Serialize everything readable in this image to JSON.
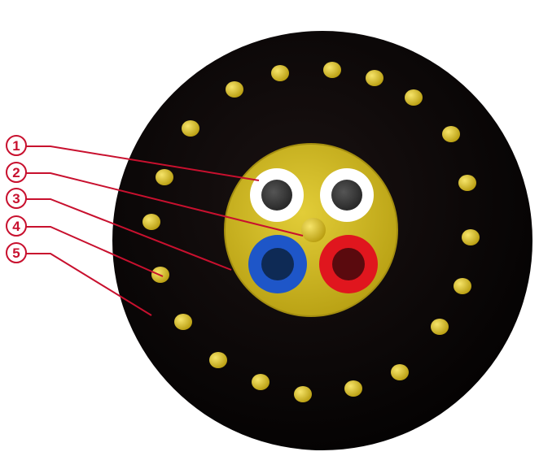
{
  "diagram": {
    "colors": {
      "sheath": "#0b0707",
      "filler": "#d8c21c",
      "wire_gold": "#e6cf2f",
      "white_insulation": "#ffffff",
      "conductor_dark": "#3b3b3b",
      "blue_insulation": "#1e56c8",
      "blue_core": "#0e2a55",
      "red_insulation": "#e0161e",
      "red_core": "#5a0a0e",
      "callout": "#c8102e"
    },
    "callouts": [
      {
        "number": "1"
      },
      {
        "number": "2"
      },
      {
        "number": "3"
      },
      {
        "number": "4"
      },
      {
        "number": "5"
      }
    ]
  }
}
